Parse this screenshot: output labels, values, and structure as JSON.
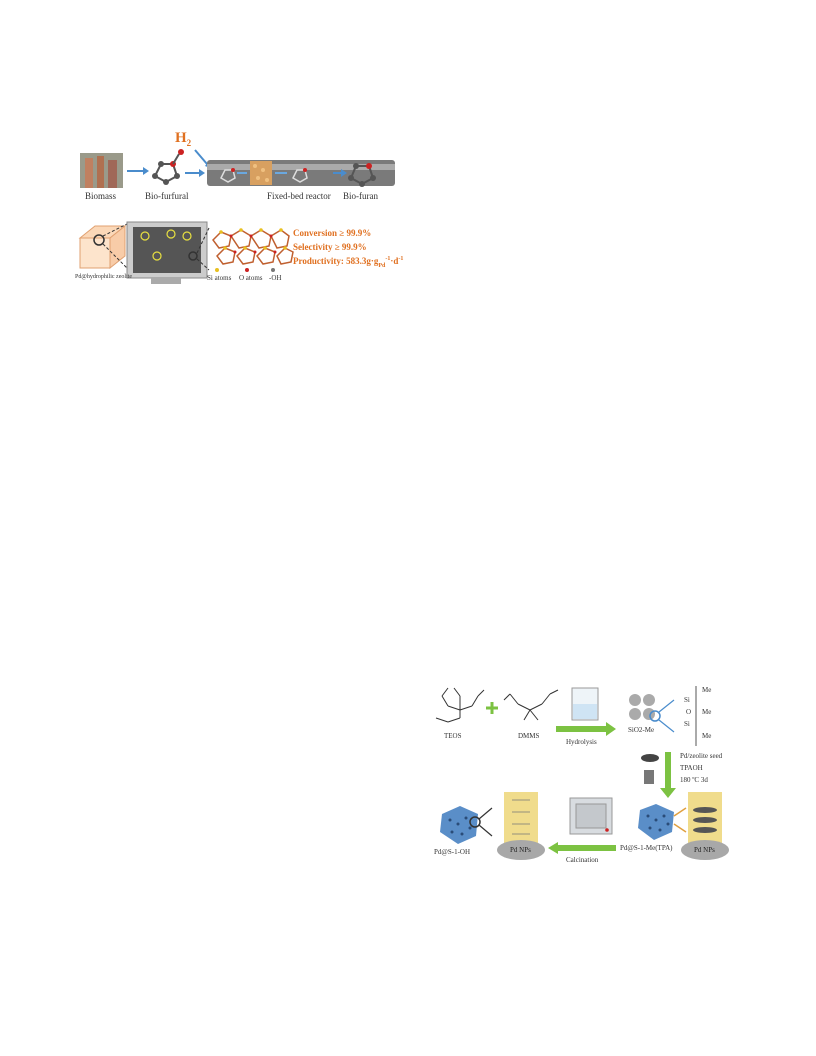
{
  "figure1": {
    "h2_label": "H",
    "h2_sub": "2",
    "labels": {
      "biomass": "Biomass",
      "bio_furfural": "Bio-furfural",
      "reactor": "Fixed-bed reactor",
      "bio_furan": "Bio-furan",
      "catalyst": "Pd@hydrophilic zeolite",
      "si_atoms": "Si atoms",
      "o_atoms": "O atoms",
      "oh": "-OH"
    },
    "metrics": {
      "conversion": "Conversion ≥ 99.9%",
      "selectivity": "Selectivity ≥ 99.9%",
      "productivity": "Productivity: 583.3g·g",
      "productivity_sub": "Pd",
      "productivity_tail": "·d"
    },
    "colors": {
      "accent": "#e07020",
      "arrow": "#4a8ccc",
      "tube": "#7a7a7a"
    }
  },
  "figure2": {
    "labels": {
      "teos": "TEOS",
      "dmms": "DMMS",
      "hydrolysis": "Hydrolysis",
      "sio2_me": "SiO2-Me",
      "seed": "Pd/zeolite seed",
      "tpaoh": "TPAOH",
      "conditions": "180 ºC  3d",
      "pd_s1_me": "Pd@S-1-Me(TPA)",
      "pd_nps_1": "Pd NPs",
      "calcination": "Calcination",
      "pd_nps_2": "Pd NPs",
      "pd_s1_oh": "Pd@S-1-OH",
      "me": "Me",
      "si": "Si",
      "o": "O"
    },
    "colors": {
      "arrow": "#7cc242",
      "crystal": "#5a8ec8",
      "panel": "#f0dc8c"
    }
  }
}
